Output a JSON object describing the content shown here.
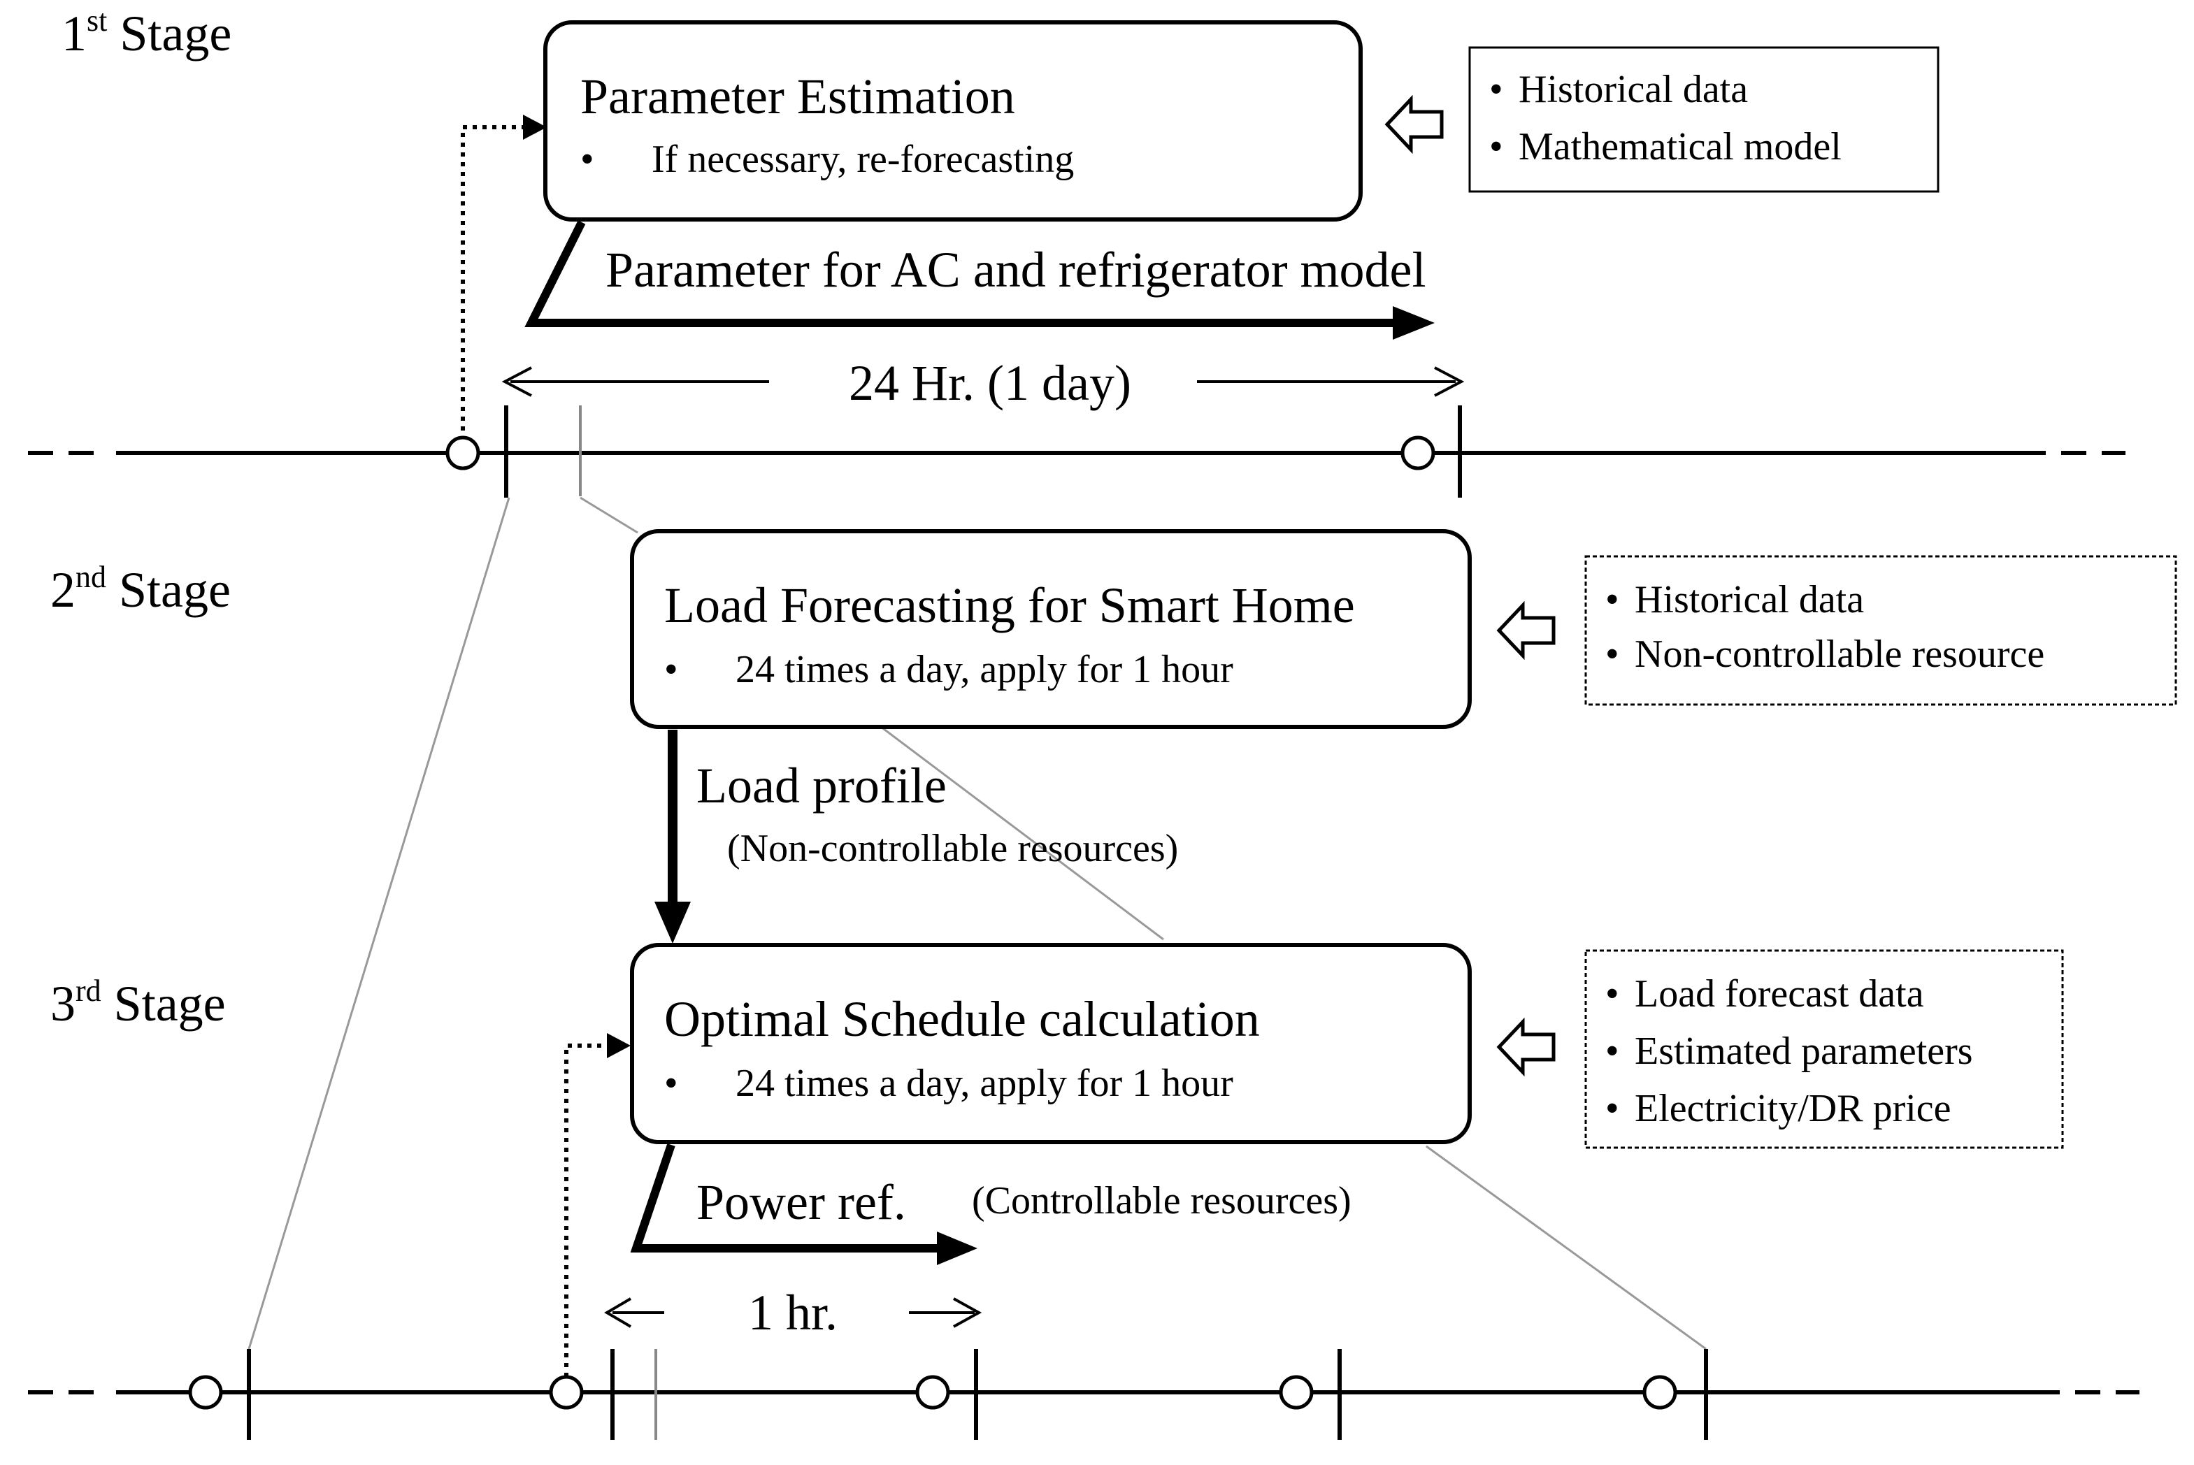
{
  "stages": {
    "s1": {
      "num": "1",
      "sup": "st",
      "word": "Stage"
    },
    "s2": {
      "num": "2",
      "sup": "nd",
      "word": "Stage"
    },
    "s3": {
      "num": "3",
      "sup": "rd",
      "word": "Stage"
    }
  },
  "boxes": {
    "param": {
      "title": "Parameter Estimation",
      "bullet": "If necessary, re-forecasting"
    },
    "load": {
      "title": "Load Forecasting for Smart Home",
      "bullet": "24 times a day, apply for 1 hour"
    },
    "opt": {
      "title": "Optimal Schedule calculation",
      "bullet": "24 times a day, apply for 1 hour"
    }
  },
  "inputs": {
    "s1": [
      "Historical data",
      "Mathematical model"
    ],
    "s2": [
      "Historical data",
      "Non-controllable resource"
    ],
    "s3": [
      "Load forecast data",
      "Estimated parameters",
      "Electricity/DR price"
    ]
  },
  "flows": {
    "param_out": "Parameter for AC and refrigerator model",
    "load_out_main": "Load profile",
    "load_out_sub": "(Non-controllable resources)",
    "power_main": "Power ref.",
    "power_sub": "(Controllable resources)"
  },
  "spans": {
    "day": "24 Hr. (1 day)",
    "hour": "1 hr."
  },
  "bullet_glyph": "•"
}
